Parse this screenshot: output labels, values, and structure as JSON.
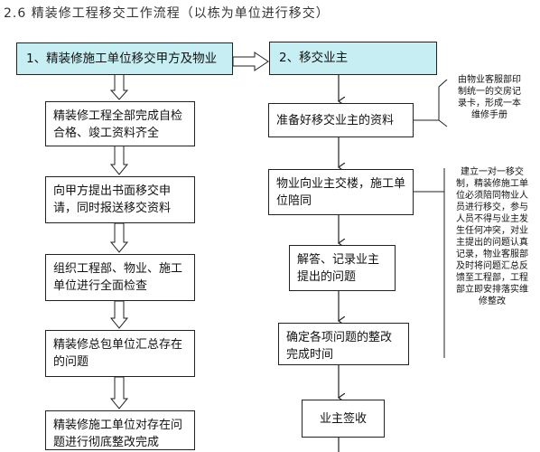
{
  "title": "2.6 精装修工程移交工作流程（以栋为单位进行移交）",
  "header": {
    "left": "1、精装修施工单位移交甲方及物业",
    "right": "2、移交业主"
  },
  "left_steps": [
    "精装修工程全部完成自检合格、竣工资料齐全",
    "向甲方提出书面移交申请，同时报送移交资料",
    "组织工程部、物业、施工单位进行全面检查",
    "精装修总包单位汇总存在的问题",
    "精装修施工单位对存在问题进行彻底整改完成"
  ],
  "right_steps": [
    "准备好移交业主的资料",
    "物业向业主交楼，施工单位陪同",
    "解答、记录业主提出的问题",
    "确定各项问题的整改完成时间",
    "业主签收"
  ],
  "notes": {
    "top": "由物业客服部印制统一的交房记录卡，形成一本维修手册",
    "bottom": "建立一对一移交制，精装修施工单位必须陪同物业人员进行移交，参与人员不得与业主发生任何冲突，对业主提出的问题认真记录，物业客服部及时将问题汇总反馈至工程部，工程部立即安排落实维修整改"
  }
}
